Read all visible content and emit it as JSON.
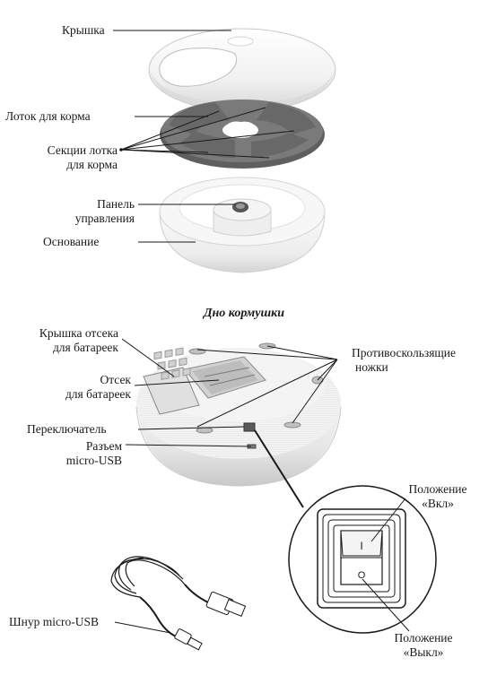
{
  "top_labels": {
    "lid": "Крышка",
    "tray": "Лоток для корма",
    "sections_line1": "Секции лотка",
    "sections_line2": "для корма",
    "panel_line1": "Панель",
    "panel_line2": "управления",
    "base": "Основание"
  },
  "bottom_title": "Дно кормушки",
  "bottom_labels": {
    "battery_cover_line1": "Крышка отсека",
    "battery_cover_line2": "для батареек",
    "battery_compartment_line1": "Отсек",
    "battery_compartment_line2": "для батареек",
    "switch": "Переключатель",
    "usb_port_line1": "Разъем",
    "usb_port_line2": "micro-USB",
    "feet_line1": "Противоскользящие",
    "feet_line2": "ножки",
    "on_line1": "Положение",
    "on_line2": "«Вкл»",
    "off_line1": "Положение",
    "off_line2": "«Выкл»",
    "cable": "Шнур micro-USB"
  },
  "switch_symbols": {
    "on": "I",
    "off": "O"
  },
  "colors": {
    "line": "#1a1a1a",
    "tray": "#6f6f6f",
    "body": "#f2f2f2",
    "shadow": "#cfcfcf"
  }
}
